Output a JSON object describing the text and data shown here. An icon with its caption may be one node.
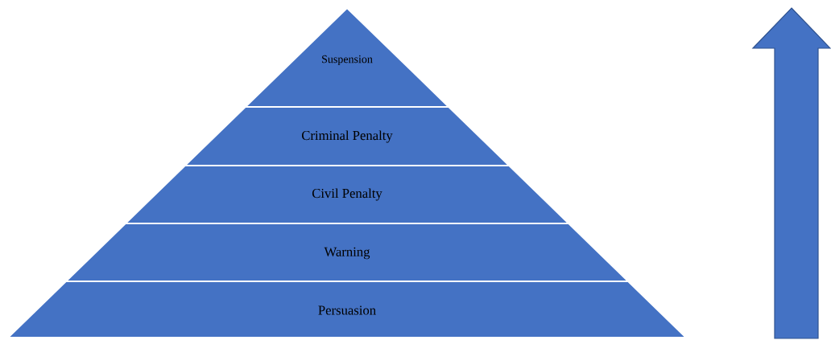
{
  "diagram": {
    "nodes": [
      {
        "text": [
          "Suspension"
        ]
      },
      {
        "text": [
          "Criminal Penalty"
        ]
      },
      {
        "text": [
          "Civil Penalty"
        ]
      },
      {
        "text": [
          "Warning"
        ]
      },
      {
        "text": [
          "Persuasion"
        ]
      }
    ]
  }
}
